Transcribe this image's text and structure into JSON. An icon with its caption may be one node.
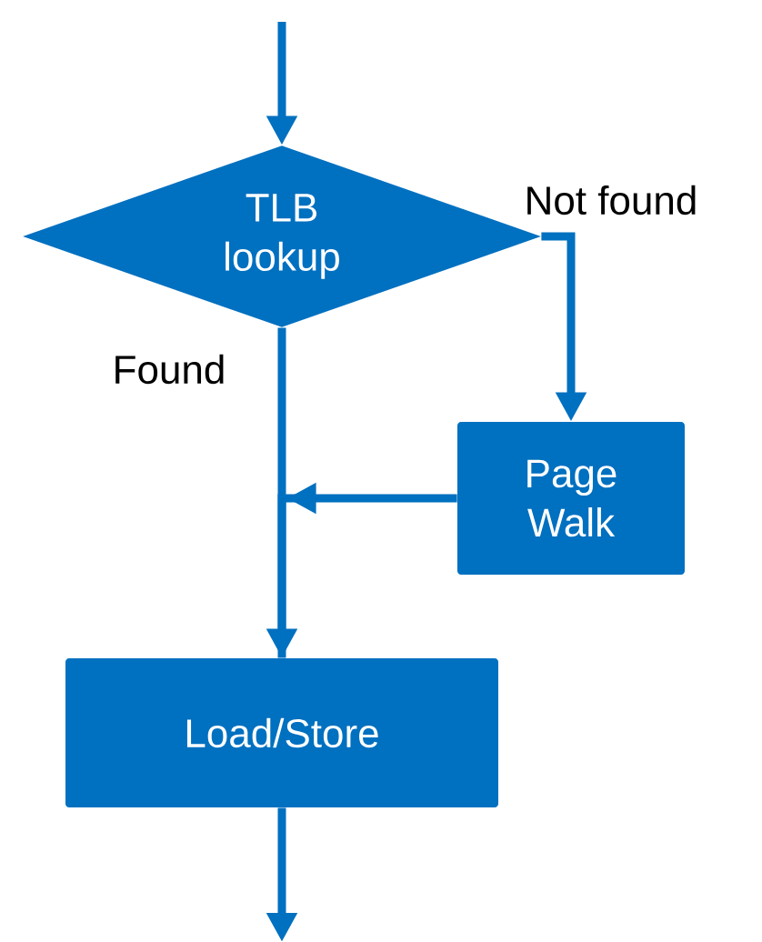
{
  "diagram": {
    "nodes": [
      {
        "text": [
          "TLB lookup"
        ]
      },
      {
        "text": [
          "Page Walk"
        ]
      },
      {
        "text": [
          "Load/Store"
        ]
      }
    ],
    "edges": [
      {
        "from": null,
        "to": 0,
        "arrow": "to"
      },
      {
        "from": 0,
        "to": 2,
        "arrow": "to",
        "label": "Found"
      },
      {
        "from": 0,
        "to": 1,
        "arrow": "to",
        "label": "Not found"
      },
      {
        "from": 1,
        "to": 2,
        "arrow": "to"
      },
      {
        "from": 2,
        "to": null,
        "arrow": "to"
      }
    ]
  }
}
